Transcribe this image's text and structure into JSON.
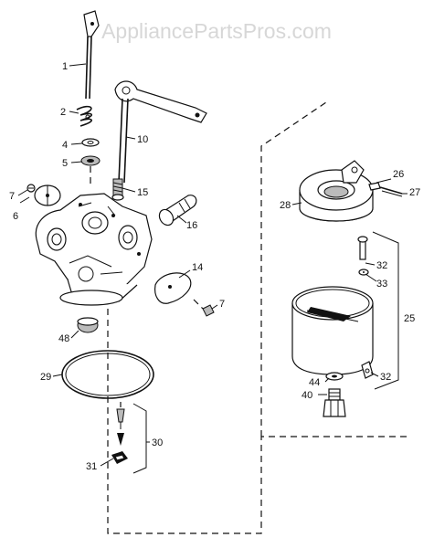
{
  "watermark": "AppliancePartsPros.com",
  "labels": {
    "p1": "1",
    "p2": "2",
    "p4": "4",
    "p5": "5",
    "p6": "6",
    "p7a": "7",
    "p7b": "7",
    "p10": "10",
    "p14": "14",
    "p15": "15",
    "p16": "16",
    "p25": "25",
    "p26": "26",
    "p27": "27",
    "p28": "28",
    "p29": "29",
    "p30": "30",
    "p31": "31",
    "p32a": "32",
    "p32b": "32",
    "p33": "33",
    "p40": "40",
    "p44": "44",
    "p48": "48"
  }
}
